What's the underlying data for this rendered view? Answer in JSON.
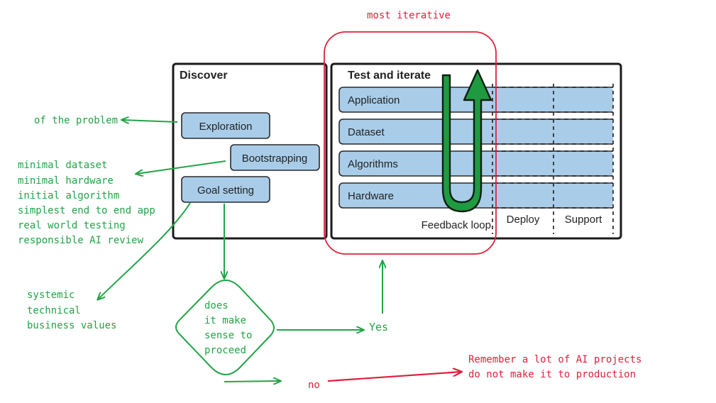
{
  "annotations": {
    "most_iterative": "most iterative",
    "of_the_problem": "of the problem",
    "bootstrap_list": [
      "minimal dataset",
      "minimal hardware",
      "initial algorithm",
      "simplest end to end app",
      "real world testing",
      "responsible AI review"
    ],
    "goal_list": [
      "systemic",
      "technical",
      "business values"
    ],
    "decision_lines": [
      "does",
      "it make",
      "sense to",
      "proceed"
    ],
    "yes": "Yes",
    "no": "no",
    "warning_lines": [
      "Remember a lot of AI projects",
      "do not make it to production"
    ]
  },
  "discover": {
    "title": "Discover",
    "items": [
      "Exploration",
      "Bootstrapping",
      "Goal setting"
    ]
  },
  "test": {
    "title": "Test and iterate",
    "rows": [
      "Application",
      "Dataset",
      "Algorithms",
      "Hardware"
    ],
    "feedback": "Feedback loop",
    "deploy": "Deploy",
    "support": "Support"
  },
  "colors": {
    "green": "#22a447",
    "red": "#e0203c",
    "box_fill": "#a9cde9",
    "arrow_green": "#1f9a40"
  }
}
